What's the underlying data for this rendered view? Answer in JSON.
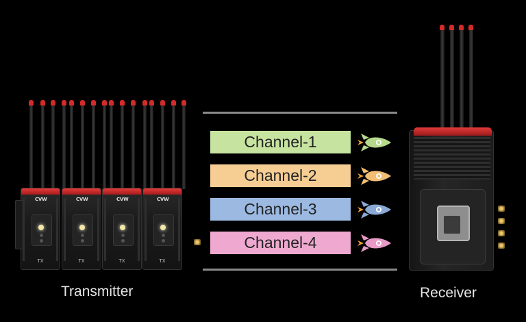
{
  "transmitter": {
    "caption": "Transmitter",
    "units": [
      {
        "logo": "CVW",
        "model": "TX"
      },
      {
        "logo": "CVW",
        "model": "TX"
      },
      {
        "logo": "CVW",
        "model": "TX"
      },
      {
        "logo": "CVW",
        "model": "TX"
      }
    ]
  },
  "receiver": {
    "caption": "Receiver"
  },
  "channels": [
    {
      "label": "Channel-1",
      "color": "#c6e3a0",
      "rocket_color": "#b7d98c"
    },
    {
      "label": "Channel-2",
      "color": "#f6ce93",
      "rocket_color": "#f1be74"
    },
    {
      "label": "Channel-3",
      "color": "#9cb9e2",
      "rocket_color": "#8aa9d6"
    },
    {
      "label": "Channel-4",
      "color": "#efa9d0",
      "rocket_color": "#e89ac7"
    }
  ],
  "colors": {
    "background": "#000000",
    "accent_red": "#d42a2a",
    "divider": "#8a8a8a"
  },
  "icons": [
    "rocket-icon",
    "antenna-icon"
  ]
}
